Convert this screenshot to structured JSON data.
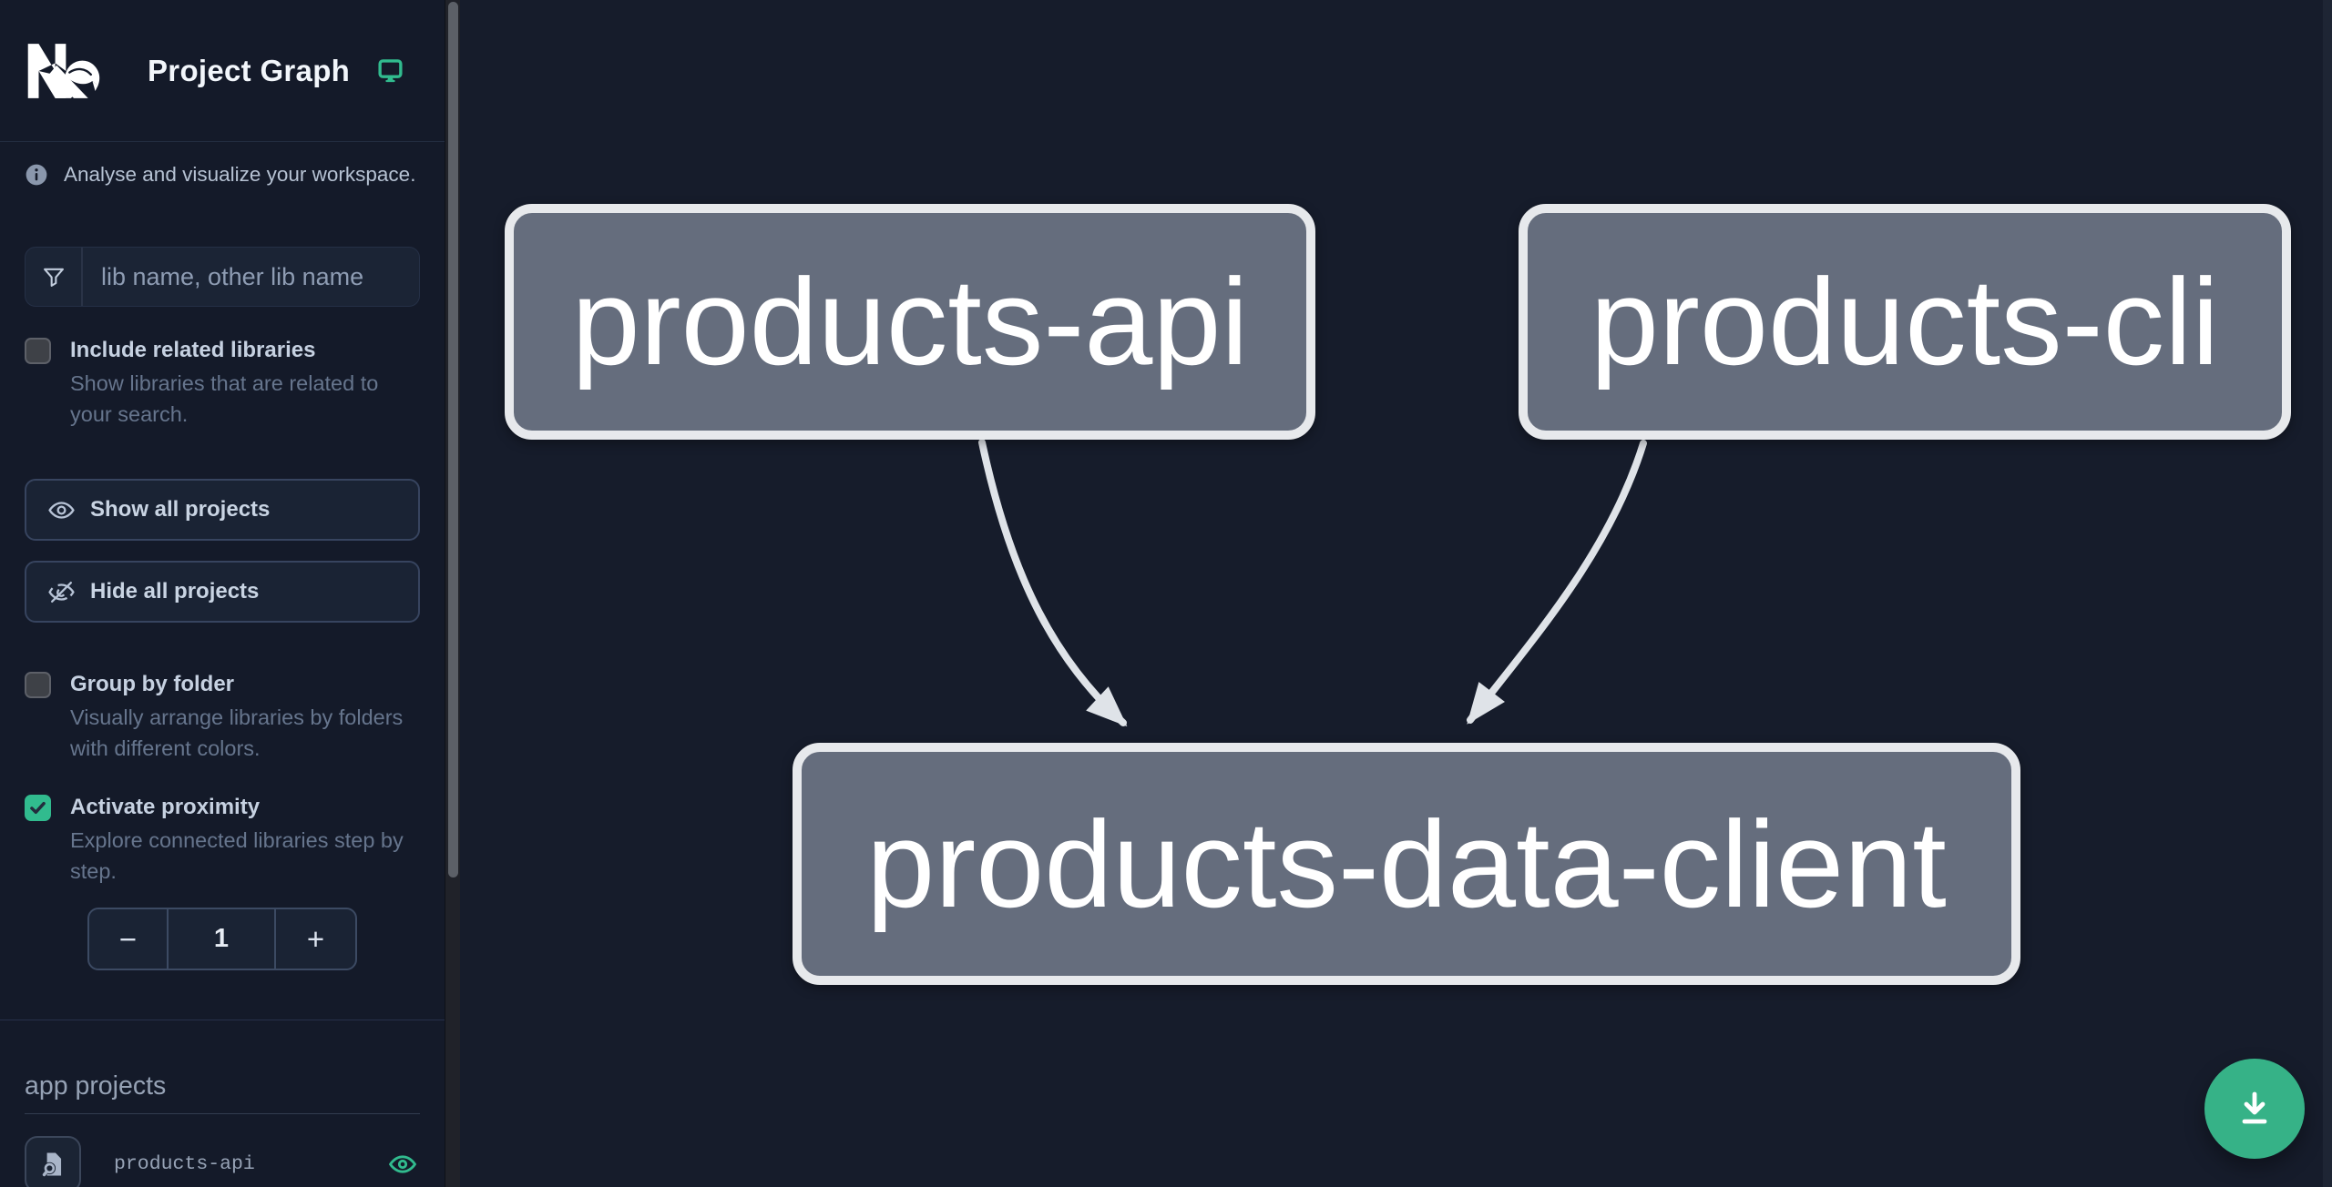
{
  "header": {
    "title": "Project Graph"
  },
  "sidebar": {
    "tagline": "Analyse and visualize your workspace.",
    "filter_placeholder": "lib name, other lib name",
    "filter_value": "",
    "include_related": {
      "label": "Include related libraries",
      "description": "Show libraries that are related to your search.",
      "checked": false
    },
    "buttons": {
      "show_all": "Show all projects",
      "hide_all": "Hide all projects"
    },
    "group_by_folder": {
      "label": "Group by folder",
      "description": "Visually arrange libraries by folders with different colors.",
      "checked": false
    },
    "activate_proximity": {
      "label": "Activate proximity",
      "description": "Explore connected libraries step by step.",
      "checked": true
    },
    "proximity": {
      "decrement_label": "−",
      "value": "1",
      "increment_label": "+"
    },
    "sections": [
      {
        "heading": "app projects",
        "projects": [
          {
            "name": "products-api",
            "visible": true
          }
        ]
      }
    ]
  },
  "graph": {
    "nodes": [
      {
        "id": "products-api",
        "label": "products-api"
      },
      {
        "id": "products-cli",
        "label": "products-cli"
      },
      {
        "id": "products-data-client",
        "label": "products-data-client"
      }
    ],
    "edges": [
      {
        "source": "products-api",
        "target": "products-data-client"
      },
      {
        "source": "products-cli",
        "target": "products-data-client"
      }
    ]
  },
  "colors": {
    "accent_green": "#31bb8e",
    "fab_green": "#36b287",
    "node_fill": "#656d7d",
    "node_border": "#e7e9ec",
    "edge": "#dfe3e8"
  }
}
